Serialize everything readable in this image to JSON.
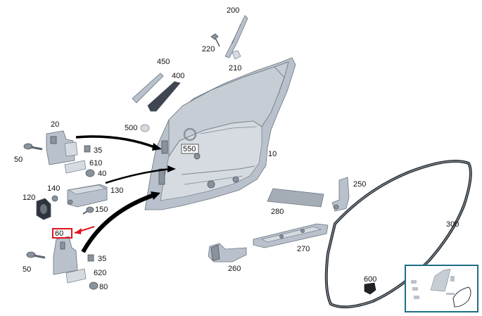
{
  "diagram": {
    "labels": {
      "p200": "200",
      "p220": "220",
      "p210": "210",
      "p450": "450",
      "p400": "400",
      "p500": "500",
      "p20": "20",
      "p550": "550",
      "p10": "10",
      "p50a": "50",
      "p35a": "35",
      "p610": "610",
      "p40": "40",
      "p140": "140",
      "p130": "130",
      "p120": "120",
      "p150": "150",
      "p250": "250",
      "p280": "280",
      "p300": "300",
      "p60": "60",
      "p270": "270",
      "p260": "260",
      "p50b": "50",
      "p35b": "35",
      "p620": "620",
      "p80": "80",
      "p600": "600"
    },
    "highlight_color": "#e0141e",
    "thumbnail_border_color": "#1f6f86"
  }
}
